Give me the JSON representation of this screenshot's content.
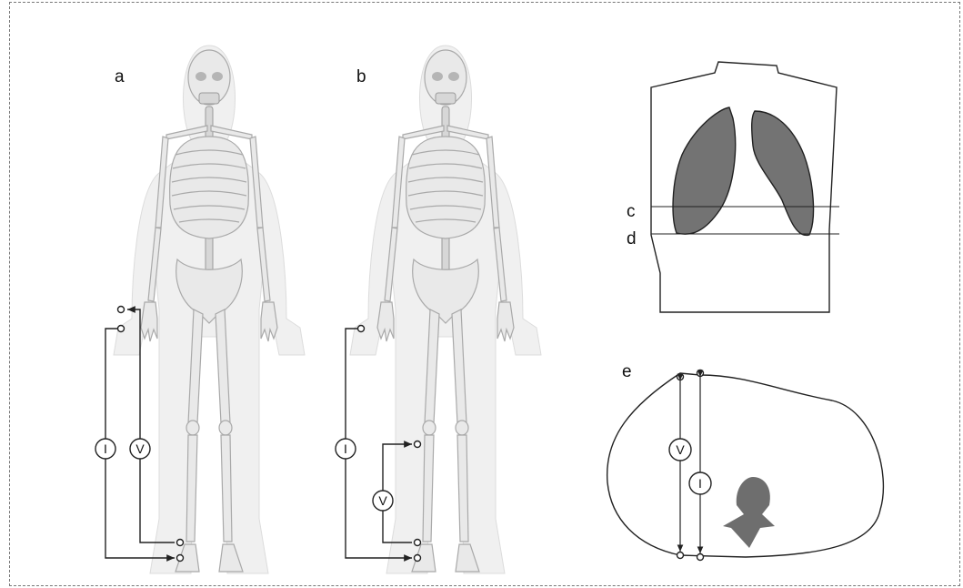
{
  "figure": {
    "panels": {
      "a": {
        "label": "a",
        "current_symbol": "I",
        "voltage_symbol": "V"
      },
      "b": {
        "label": "b",
        "current_symbol": "I",
        "voltage_symbol": "V"
      },
      "c": {
        "label": "c"
      },
      "d": {
        "label": "d"
      },
      "e": {
        "label": "e",
        "voltage_symbol": "V",
        "current_symbol": "I"
      }
    },
    "colors": {
      "lung_fill": "#737373",
      "line": "#222222",
      "skeleton": "#e9e9e9"
    },
    "icons": [
      "skeleton-figure-icon",
      "torso-outline-icon",
      "lung-icon",
      "vertebra-icon",
      "electrode-icon",
      "meter-icon"
    ]
  }
}
